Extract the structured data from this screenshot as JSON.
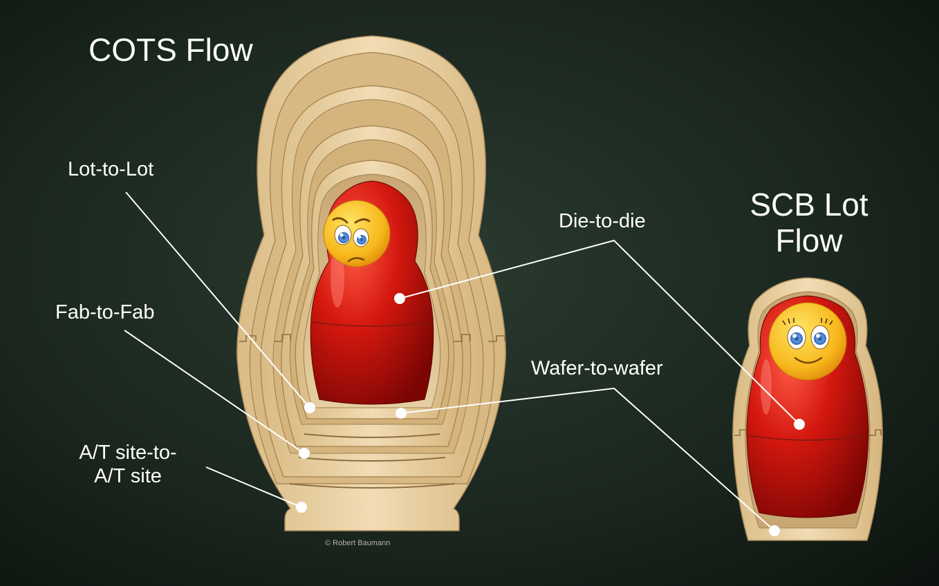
{
  "title_left": "COTS Flow",
  "title_right": {
    "line1": "SCB Lot",
    "line2": "Flow"
  },
  "callouts": {
    "lot_to_lot": "Lot-to-Lot",
    "fab_to_fab": "Fab-to-Fab",
    "at_site": {
      "line1": "A/T site-to-",
      "line2": "A/T site"
    },
    "die_to_die": "Die-to-die",
    "wafer_to_wafer": "Wafer-to-wafer"
  },
  "credit": "© Robert Baumann",
  "colors": {
    "background": "#162119",
    "wood": "#ead2a4",
    "doll_red": "#c8120e",
    "face": "#f9c51f",
    "text": "#ffffff"
  }
}
